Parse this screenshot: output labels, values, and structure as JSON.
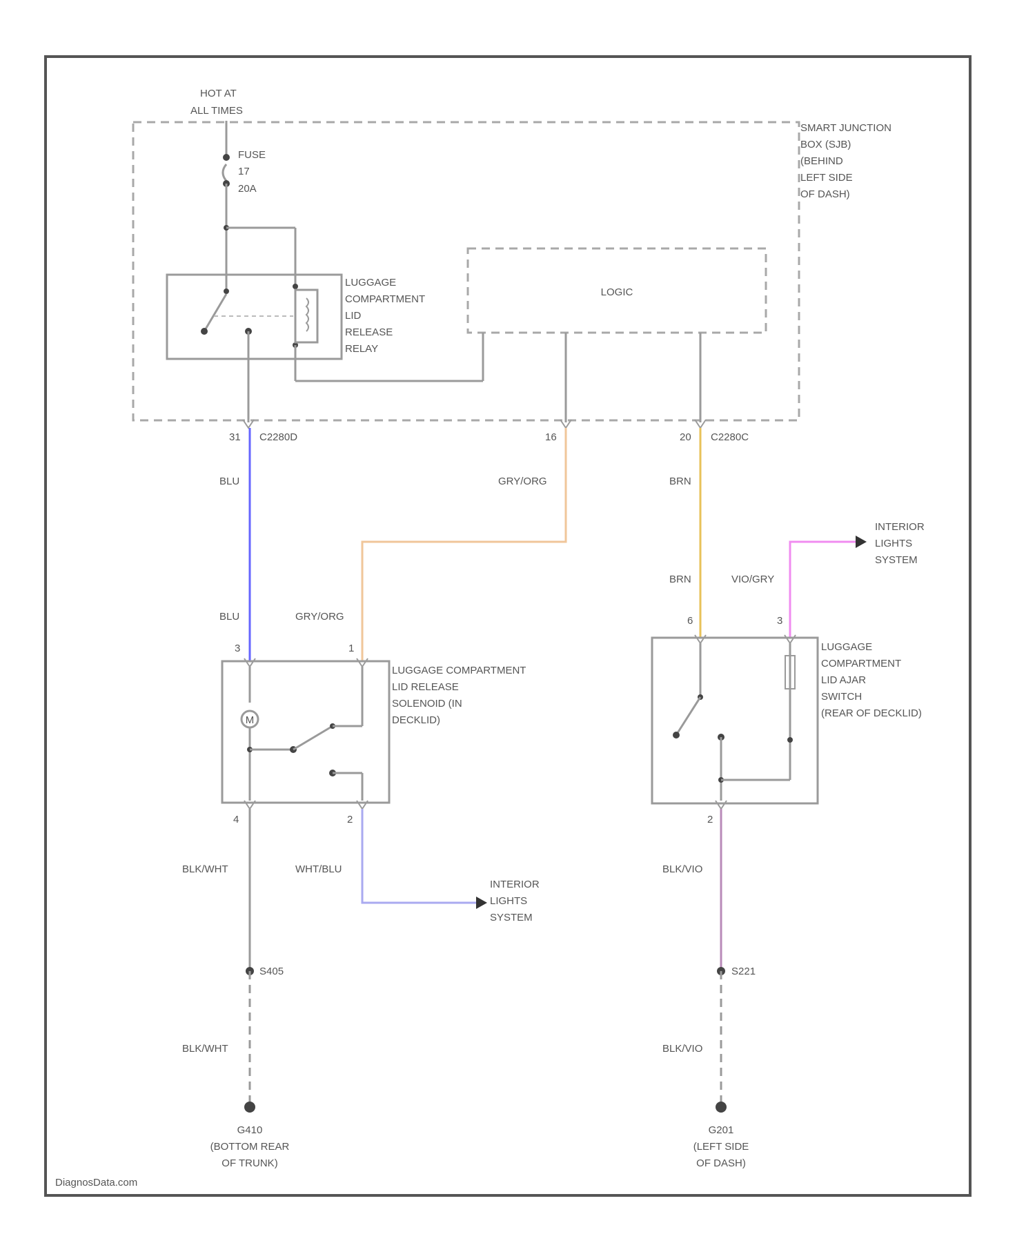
{
  "power": {
    "label_l1": "HOT AT",
    "label_l2": "ALL TIMES"
  },
  "fuse": {
    "l1": "FUSE",
    "l2": "17",
    "l3": "20A"
  },
  "sjb": {
    "l1": "SMART JUNCTION",
    "l2": "BOX (SJB)",
    "l3": "(BEHIND",
    "l4": "LEFT SIDE",
    "l5": "OF DASH)"
  },
  "relay": {
    "l1": "LUGGAGE",
    "l2": "COMPARTMENT",
    "l3": "LID",
    "l4": "RELEASE",
    "l5": "RELAY"
  },
  "logic": {
    "label": "LOGIC"
  },
  "connectors": {
    "c1_pin": "31",
    "c1_name": "C2280D",
    "c2_pin": "16",
    "c3_pin": "20",
    "c3_name": "C2280C"
  },
  "wires": {
    "blu_top": "BLU",
    "blu_bottom": "BLU",
    "gy_top": "GRY/ORG",
    "gy_bottom": "GRY/ORG",
    "brn_top": "BRN",
    "brn_bottom": "BRN",
    "vio_gry": "VIO/GRY",
    "bk_wh_1": "BLK/WHT",
    "wh_bl": "WHT/BLU",
    "bk_wh_2": "BLK/WHT",
    "bk_vi_1": "BLK/VIO",
    "bk_vi_2": "BLK/VIO"
  },
  "colors": {
    "blu": "#6666ff",
    "gry_org": "#f0c69a",
    "brn": "#e8c25a",
    "vio_gry": "#f08cf0",
    "wht_blu": "#aaaaf0",
    "blk_vio": "#b88ab8"
  },
  "solenoid": {
    "pin_3": "3",
    "pin_1": "1",
    "pin_4": "4",
    "pin_2": "2",
    "l1": "LUGGAGE COMPARTMENT",
    "l2": "LID RELEASE",
    "l3": "SOLENOID (IN",
    "l4": "DECKLID)",
    "m_label": "M"
  },
  "ajar": {
    "pin_6": "6",
    "pin_3": "3",
    "pin_2": "2",
    "l1": "LUGGAGE",
    "l2": "COMPARTMENT",
    "l3": "LID AJAR",
    "l4": "SWITCH",
    "l5": "(REAR OF DECKLID)"
  },
  "interior_1": {
    "l1": "INTERIOR",
    "l2": "LIGHTS",
    "l3": "SYSTEM"
  },
  "interior_2": {
    "l1": "INTERIOR",
    "l2": "LIGHTS",
    "l3": "SYSTEM"
  },
  "splices": {
    "s1": "S405",
    "s2": "S221"
  },
  "grounds": {
    "g1_name": "G410",
    "g1_l2": "(BOTTOM REAR",
    "g1_l3": "OF TRUNK)",
    "g2_name": "G201",
    "g2_l2": "(LEFT SIDE",
    "g2_l3": "OF DASH)"
  },
  "watermark": "DiagnosData.com"
}
